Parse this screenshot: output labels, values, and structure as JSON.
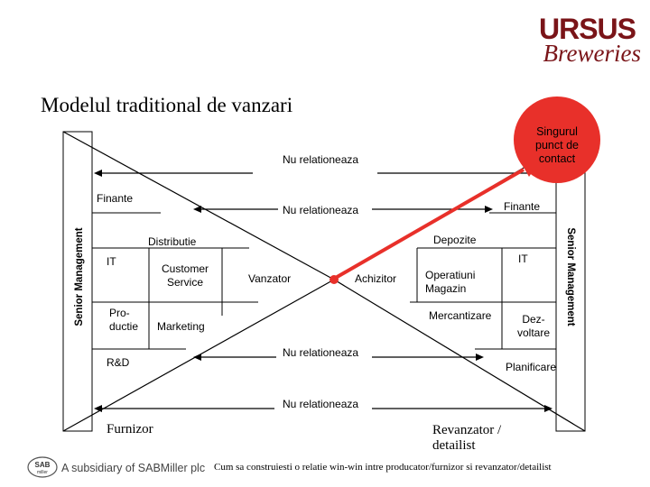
{
  "slide": {
    "title": "Modelul traditional de vanzari",
    "footer_note": "Cum sa construiesti o relatie win-win intre producator/furnizor si revanzator/detailist"
  },
  "brand": {
    "logo_main": "URSUS",
    "logo_sub": "Breweries",
    "sab_badge": "SAB",
    "sab_badge_sub": "miller",
    "subsidiary": "A subsidiary of SABMiller plc",
    "color": "#7a1418"
  },
  "callout": {
    "text": "Singurul punct de contact",
    "color": "#e8302a"
  },
  "relations": {
    "top": "Nu relationeaza",
    "upper_mid": "Nu relationeaza",
    "lower_mid": "Nu relationeaza",
    "bottom": "Nu relationeaza"
  },
  "supplier_side": {
    "finante": "Finante",
    "distributie": "Distributie",
    "it": "IT",
    "customer_service": "Customer Service",
    "productie": "Pro-ductie",
    "marketing": "Marketing",
    "rd": "R&D",
    "vanzator": "Vanzator",
    "senior_management": "Senior Management",
    "party": "Furnizor"
  },
  "retailer_side": {
    "finante": "Finante",
    "depozite": "Depozite",
    "it": "IT",
    "operatiuni_magazin": "Operatiuni Magazin",
    "mercantizare": "Mercantizare",
    "dezvoltare": "Dez-voltare",
    "planificare": "Planificare",
    "achizitor": "Achizitor",
    "senior_management": "Senior Management",
    "party": "Revanzator / detailist"
  }
}
